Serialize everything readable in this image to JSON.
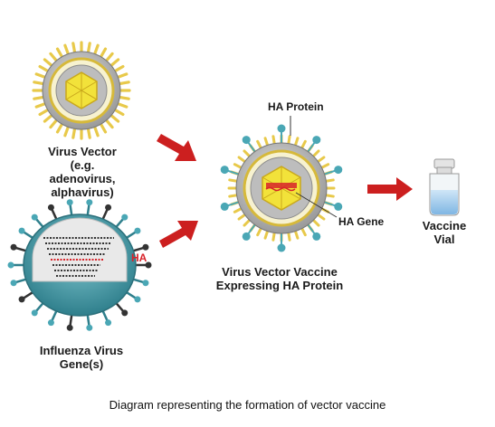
{
  "labels": {
    "virus_vector": [
      "Virus Vector",
      "(e.g. adenovirus,",
      "alphavirus)"
    ],
    "influenza": [
      "Influenza Virus",
      "Gene(s)"
    ],
    "ha_small": "HA",
    "ha_protein": "HA Protein",
    "ha_gene": "HA Gene",
    "vector_vaccine": [
      "Virus Vector Vaccine",
      "Expressing HA Protein"
    ],
    "vaccine_vial": [
      "Vaccine",
      "Vial"
    ]
  },
  "caption": "Diagram representing the formation of vector vaccine",
  "colors": {
    "arrow": "#cc1f1f",
    "spike_yellow": "#e8c94a",
    "capsid_yellow": "#f2e23a",
    "teal": "#4aa7b5",
    "dark_teal": "#2f7f8c",
    "membrane_gray": "#a9a9a9",
    "rna_red": "#d8232a",
    "vial_liquid": "#8fc1e6"
  },
  "icons": [
    "right-arrow-icon",
    "virus-vector-icon",
    "influenza-virus-icon",
    "vector-vaccine-icon",
    "vaccine-vial-icon"
  ]
}
